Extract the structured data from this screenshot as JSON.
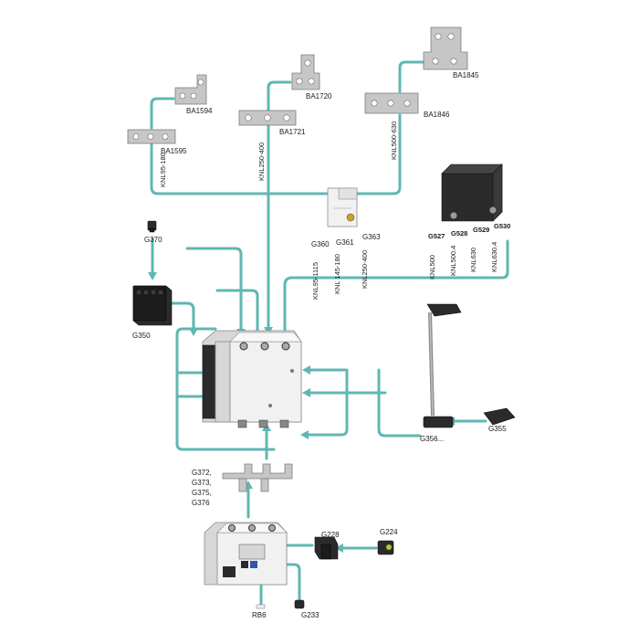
{
  "colors": {
    "connector": "#5fb7b3",
    "plate": "#c6c6c6",
    "dark_part": "#2b2b2b"
  },
  "labels": {
    "ba1594": "BA1594",
    "ba1595": "BA1595",
    "ba1720": "BA1720",
    "ba1721": "BA1721",
    "ba1845": "BA1845",
    "ba1846": "BA1846",
    "knl95_180": "KNL95-180",
    "knl250_400": "KNL250-400",
    "knl500_630": "KNL500-630",
    "g370": "G370",
    "g350": "G350",
    "g360": "G360",
    "g361": "G361",
    "g363": "G363",
    "knl95_1115": "KNL95-1115",
    "knl145_180": "KNL 145-180",
    "knl250_400b": "KNL250-400",
    "g527": "G527",
    "g528": "G528",
    "g529": "G529",
    "g530": "G530",
    "knl500": "KNL500",
    "knl500_4": "KNL500.4",
    "knl630": "KNL630",
    "knl630_4": "KNL630.4",
    "g356": "G356...",
    "g355": "G355",
    "g372_lines": [
      "G372,",
      "G373,",
      "G375,",
      "G376"
    ],
    "g228": "G228",
    "g224": "G224",
    "rb6": "RB6",
    "g233": "G233"
  }
}
